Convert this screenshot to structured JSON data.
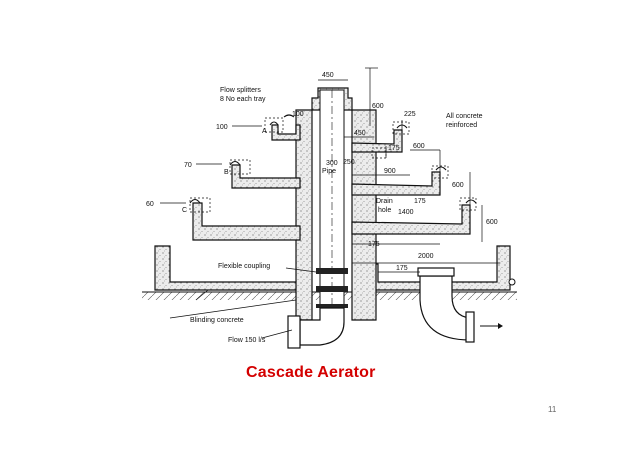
{
  "caption": "Cascade Aerator",
  "page_number": "11",
  "colors": {
    "caption": "#d40000",
    "line": "#111111",
    "concrete": "#e9e9e9"
  },
  "labels": {
    "flow_splitters_1": "Flow splitters",
    "flow_splitters_2": "8 No each tray",
    "all_concrete_1": "All concrete",
    "all_concrete_2": "reinforced",
    "pipe_300": "300",
    "pipe_word": "Pipe",
    "drain_1": "Drain",
    "drain_2": "hole",
    "flexible_coupling": "Flexible coupling",
    "blinding_concrete": "Blinding concrete",
    "flow": "Flow 150 l/s",
    "tray_a": "A",
    "tray_b": "B",
    "tray_c": "C"
  },
  "dimensions": {
    "d450_top": "450",
    "d600_top": "600",
    "d100_a": "100",
    "d100_gap": "100",
    "d225": "225",
    "d450_mid": "450",
    "d175_a": "175",
    "d600_r1": "600",
    "d250": "250",
    "d900": "900",
    "d70": "70",
    "d600_r2": "600",
    "d175_b": "175",
    "d1400": "1400",
    "d60": "60",
    "d600_r3": "600",
    "d175_c": "175",
    "d2000": "2000",
    "d175_d": "175"
  }
}
